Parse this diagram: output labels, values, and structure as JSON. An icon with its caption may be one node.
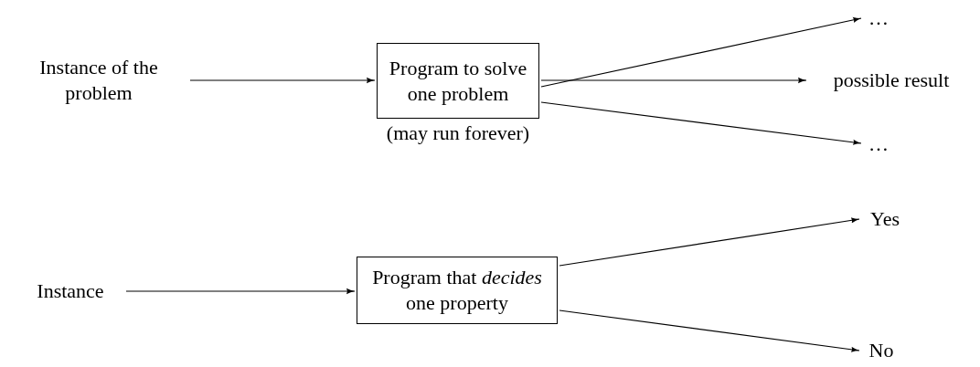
{
  "diagram": {
    "nodes": [
      {
        "text": [
          "Instance of the problem"
        ]
      },
      {
        "text": [
          "Program to solve one problem"
        ],
        "beside": [
          "(may run forever)"
        ]
      },
      {
        "text": [
          "…"
        ]
      },
      {
        "text": [
          "possible result"
        ]
      },
      {
        "text": [
          "…"
        ]
      },
      {
        "text": [
          "Instance"
        ]
      },
      {
        "text": [
          "Program that *decides* one property"
        ]
      },
      {
        "text": [
          "Yes"
        ]
      },
      {
        "text": [
          "No"
        ]
      }
    ],
    "edges": [
      {
        "from": 0,
        "to": 1,
        "arrow": "to"
      },
      {
        "from": 1,
        "to": 2,
        "arrow": "to"
      },
      {
        "from": 1,
        "to": 3,
        "arrow": "to"
      },
      {
        "from": 1,
        "to": 4,
        "arrow": "to"
      },
      {
        "from": 5,
        "to": 6,
        "arrow": "to"
      },
      {
        "from": 6,
        "to": 7,
        "arrow": "to"
      },
      {
        "from": 6,
        "to": 8,
        "arrow": "to"
      }
    ]
  }
}
